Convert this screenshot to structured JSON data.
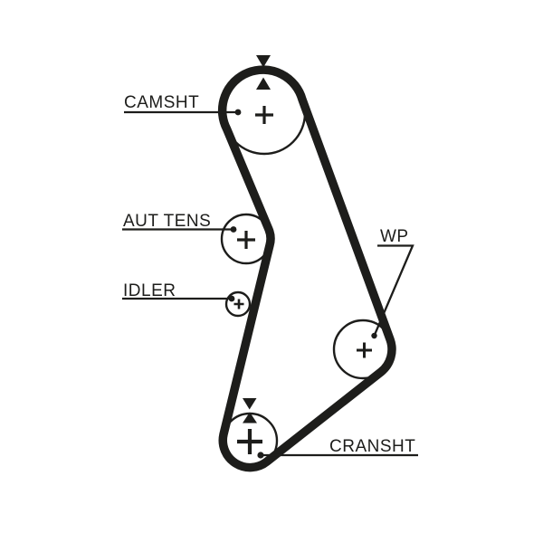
{
  "diagram": {
    "type": "timing-belt-routing-diagram",
    "background_color": "#ffffff",
    "line_color": "#1d1d1b",
    "labels": {
      "camshaft": "CAMSHT",
      "auto_tensioner": "AUT TENS",
      "idler": "IDLER",
      "water_pump": "WP",
      "crankshaft": "CRANSHT"
    },
    "pulleys": [
      {
        "name": "camshaft",
        "label": "CAMSHT",
        "timing_marks": 2
      },
      {
        "name": "auto-tensioner",
        "label": "AUT TENS",
        "timing_marks": 0
      },
      {
        "name": "idler",
        "label": "IDLER",
        "timing_marks": 0
      },
      {
        "name": "water-pump",
        "label": "WP",
        "timing_marks": 0
      },
      {
        "name": "crankshaft",
        "label": "CRANSHT",
        "timing_marks": 2
      }
    ]
  }
}
